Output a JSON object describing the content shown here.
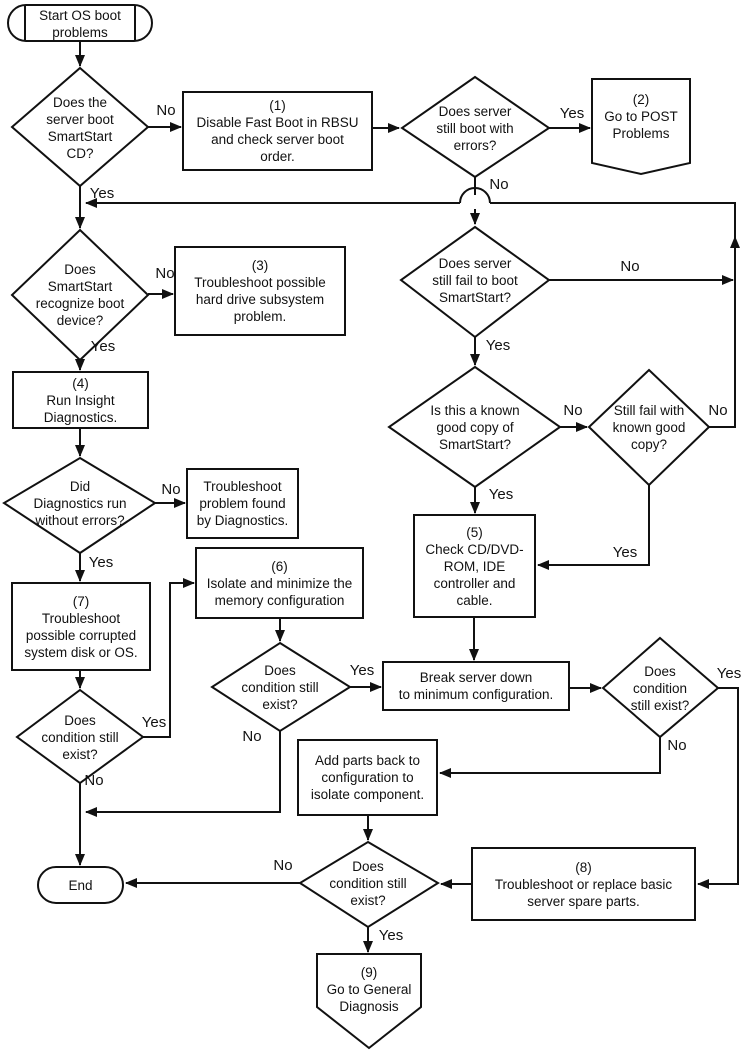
{
  "diagram_type": "flowchart",
  "colors": {
    "stroke": "#111111",
    "background": "#ffffff",
    "shape_fill": "#ffffff",
    "text": "#111111"
  },
  "nodes": {
    "start": {
      "type": "terminator",
      "label": "Start OS boot\nproblems"
    },
    "d1": {
      "type": "decision",
      "label": "Does the\nserver boot\nSmartStart\nCD?"
    },
    "b1": {
      "type": "process",
      "label": "(1)\nDisable Fast Boot in RBSU\nand check server boot\norder."
    },
    "d2": {
      "type": "decision",
      "label": "Does server\nstill boot with\nerrors?"
    },
    "p2": {
      "type": "offpage-connector",
      "label": "(2)\nGo to POST\nProblems"
    },
    "d3": {
      "type": "decision",
      "label": "Does server\nstill fail to boot\nSmartStart?"
    },
    "d4": {
      "type": "decision",
      "label": "Does\nSmartStart\nrecognize boot\ndevice?"
    },
    "b3": {
      "type": "process",
      "label": "(3)\nTroubleshoot possible\nhard drive subsystem\nproblem."
    },
    "b4": {
      "type": "process",
      "label": "(4)\nRun Insight\nDiagnostics."
    },
    "d5": {
      "type": "decision",
      "label": "Did\nDiagnostics run\nwithout errors?"
    },
    "bdiag": {
      "type": "process",
      "label": "Troubleshoot\nproblem found\nby Diagnostics."
    },
    "dknown": {
      "type": "decision",
      "label": "Is this a known\ngood copy of\nSmartStart?"
    },
    "dstill": {
      "type": "decision",
      "label": "Still fail with\nknown good\ncopy?"
    },
    "b5": {
      "type": "process",
      "label": "(5)\nCheck CD/DVD-\nROM, IDE\ncontroller and\ncable."
    },
    "b6": {
      "type": "process",
      "label": "(6)\nIsolate and minimize the\nmemory configuration"
    },
    "b7": {
      "type": "process",
      "label": "(7)\nTroubleshoot\npossible corrupted\nsystem disk or OS."
    },
    "d7": {
      "type": "decision",
      "label": "Does\ncondition still\nexist?"
    },
    "d6": {
      "type": "decision",
      "label": "Does\ncondition still\nexist?"
    },
    "bbreak": {
      "type": "process",
      "label": "Break server down\nto minimum configuration."
    },
    "dbreak": {
      "type": "decision",
      "label": "Does\ncondition\nstill exist?"
    },
    "badd": {
      "type": "process",
      "label": "Add parts back to\nconfiguration to\nisolate component."
    },
    "b8": {
      "type": "process",
      "label": "(8)\nTroubleshoot or replace basic\nserver spare parts."
    },
    "dfinal": {
      "type": "decision",
      "label": "Does\ncondition still\nexist?"
    },
    "end": {
      "type": "terminator",
      "label": "End"
    },
    "p9": {
      "type": "offpage-connector",
      "label": "(9)\nGo to General\nDiagnosis"
    }
  },
  "edges": {
    "d1_no": "No",
    "d1_yes": "Yes",
    "d2_yes": "Yes",
    "d2_no": "No",
    "d3_no": "No",
    "d3_yes": "Yes",
    "d4_no": "No",
    "d4_yes": "Yes",
    "d5_no": "No",
    "d5_yes": "Yes",
    "dknown_no": "No",
    "dknown_yes": "Yes",
    "dstill_no": "No",
    "dstill_yes": "Yes",
    "d6_yes": "Yes",
    "d6_no": "No",
    "d7_yes": "Yes",
    "d7_no": "No",
    "dbreak_yes": "Yes",
    "dbreak_no": "No",
    "dfinal_no": "No",
    "dfinal_yes": "Yes"
  }
}
